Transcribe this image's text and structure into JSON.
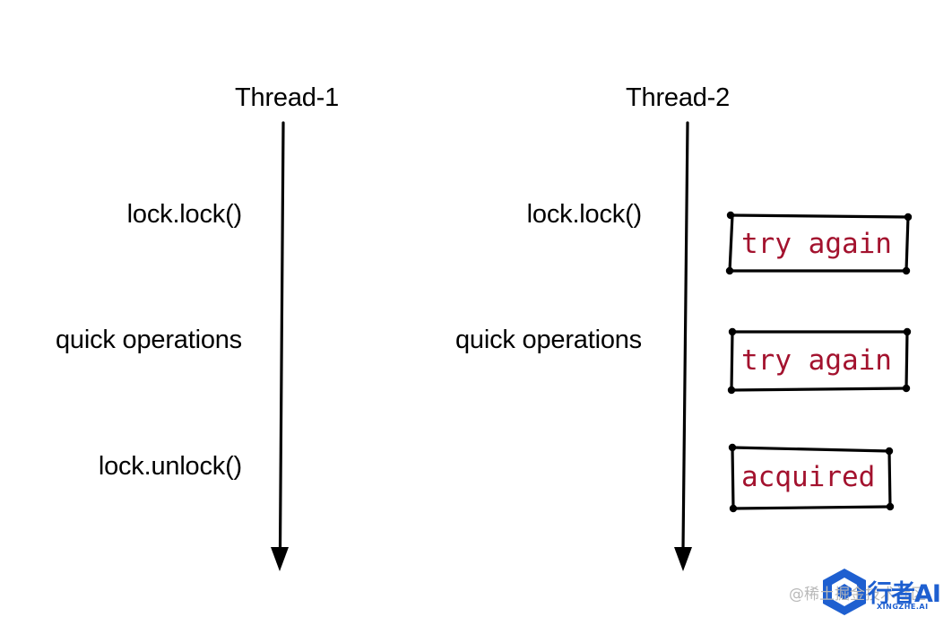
{
  "threads": [
    {
      "name": "Thread-1",
      "steps": [
        "lock.lock()",
        "quick operations",
        "lock.unlock()"
      ]
    },
    {
      "name": "Thread-2",
      "steps": [
        "lock.lock()",
        "quick operations"
      ],
      "status_boxes": [
        "try again",
        "try again",
        "acquired"
      ]
    }
  ],
  "colors": {
    "status_text": "#a3122e",
    "line": "#000000"
  },
  "watermark": {
    "source_text": "@稀土掘金技术社区",
    "brand": "行者AI",
    "brand_sub": "XINGZHE.AI"
  }
}
